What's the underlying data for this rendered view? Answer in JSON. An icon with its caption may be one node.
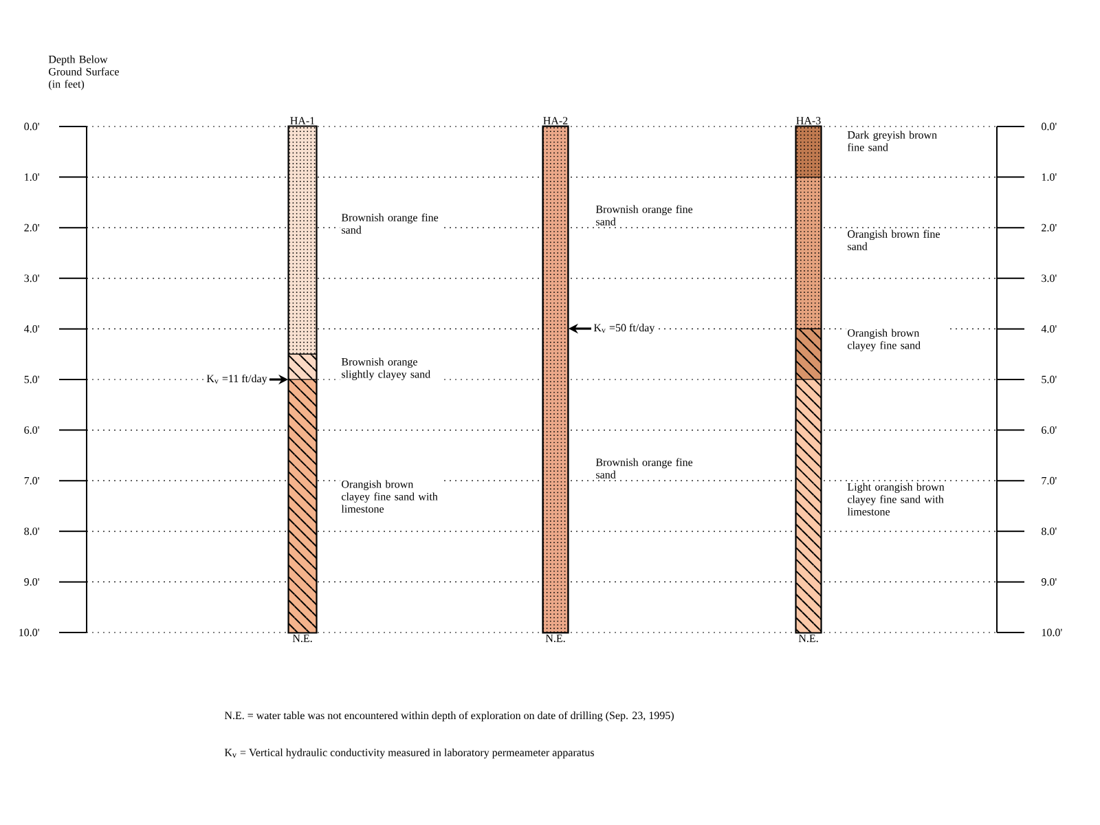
{
  "diagram": {
    "nodes": [
      {
        "text": [
          "HA-1"
        ],
        "beside": [
          "N.E."
        ]
      },
      {
        "text": [],
        "shape": "bar",
        "in": 0,
        "beside": [
          "Brownish orange fine sand"
        ]
      },
      {
        "text": [],
        "shape": "bar",
        "in": 0,
        "beside": [
          "Brownish orange slightly clayey sand"
        ]
      },
      {
        "text": [],
        "shape": "bar",
        "in": 0,
        "beside": [
          "Orangish brown clayey fine sand with limestone"
        ]
      },
      {
        "text": [
          "K$_{v}$ =11 ft/day"
        ]
      },
      {
        "text": [
          "HA-2"
        ],
        "beside": [
          "Brownish orange fine sand",
          "Brownish orange fine sand",
          "N.E."
        ]
      },
      {
        "text": [
          "K$_{v}$ =50 ft/day"
        ]
      },
      {
        "text": [
          "HA-3"
        ],
        "beside": [
          "N.E."
        ]
      },
      {
        "text": [],
        "shape": "bar",
        "in": 7,
        "beside": [
          "Dark greyish brown fine sand"
        ]
      },
      {
        "text": [],
        "shape": "bar",
        "in": 7,
        "beside": [
          "Orangish brown fine sand"
        ]
      },
      {
        "text": [],
        "shape": "bar",
        "in": 7,
        "beside": [
          "Orangish brown clayey fine sand"
        ]
      },
      {
        "text": [],
        "shape": "bar",
        "in": 7,
        "beside": [
          "Light orangish brown clayey fine sand with limestone"
        ]
      }
    ],
    "edges": [
      {
        "from": 4,
        "to": 0,
        "arrow": "to"
      },
      {
        "from": 6,
        "to": 5,
        "arrow": "to"
      }
    ],
    "labels": [
      "Depth Below Ground Surface (in feet)",
      "0.0'",
      "1.0'",
      "2.0'",
      "3.0'",
      "4.0'",
      "5.0'",
      "6.0'",
      "7.0'",
      "8.0'",
      "9.0'",
      "10.0'",
      "0.0'",
      "1.0'",
      "2.0'",
      "3.0'",
      "4.0'",
      "5.0'",
      "6.0'",
      "7.0'",
      "8.0'",
      "9.0'",
      "10.0'",
      "N.E. = water table was not encountered within depth of exploration on date of drilling (Sep. 23, 1995)",
      "K$_{v}$ = Vertical hydraulic conductivity measured in laboratory permeameter apparatus"
    ]
  }
}
